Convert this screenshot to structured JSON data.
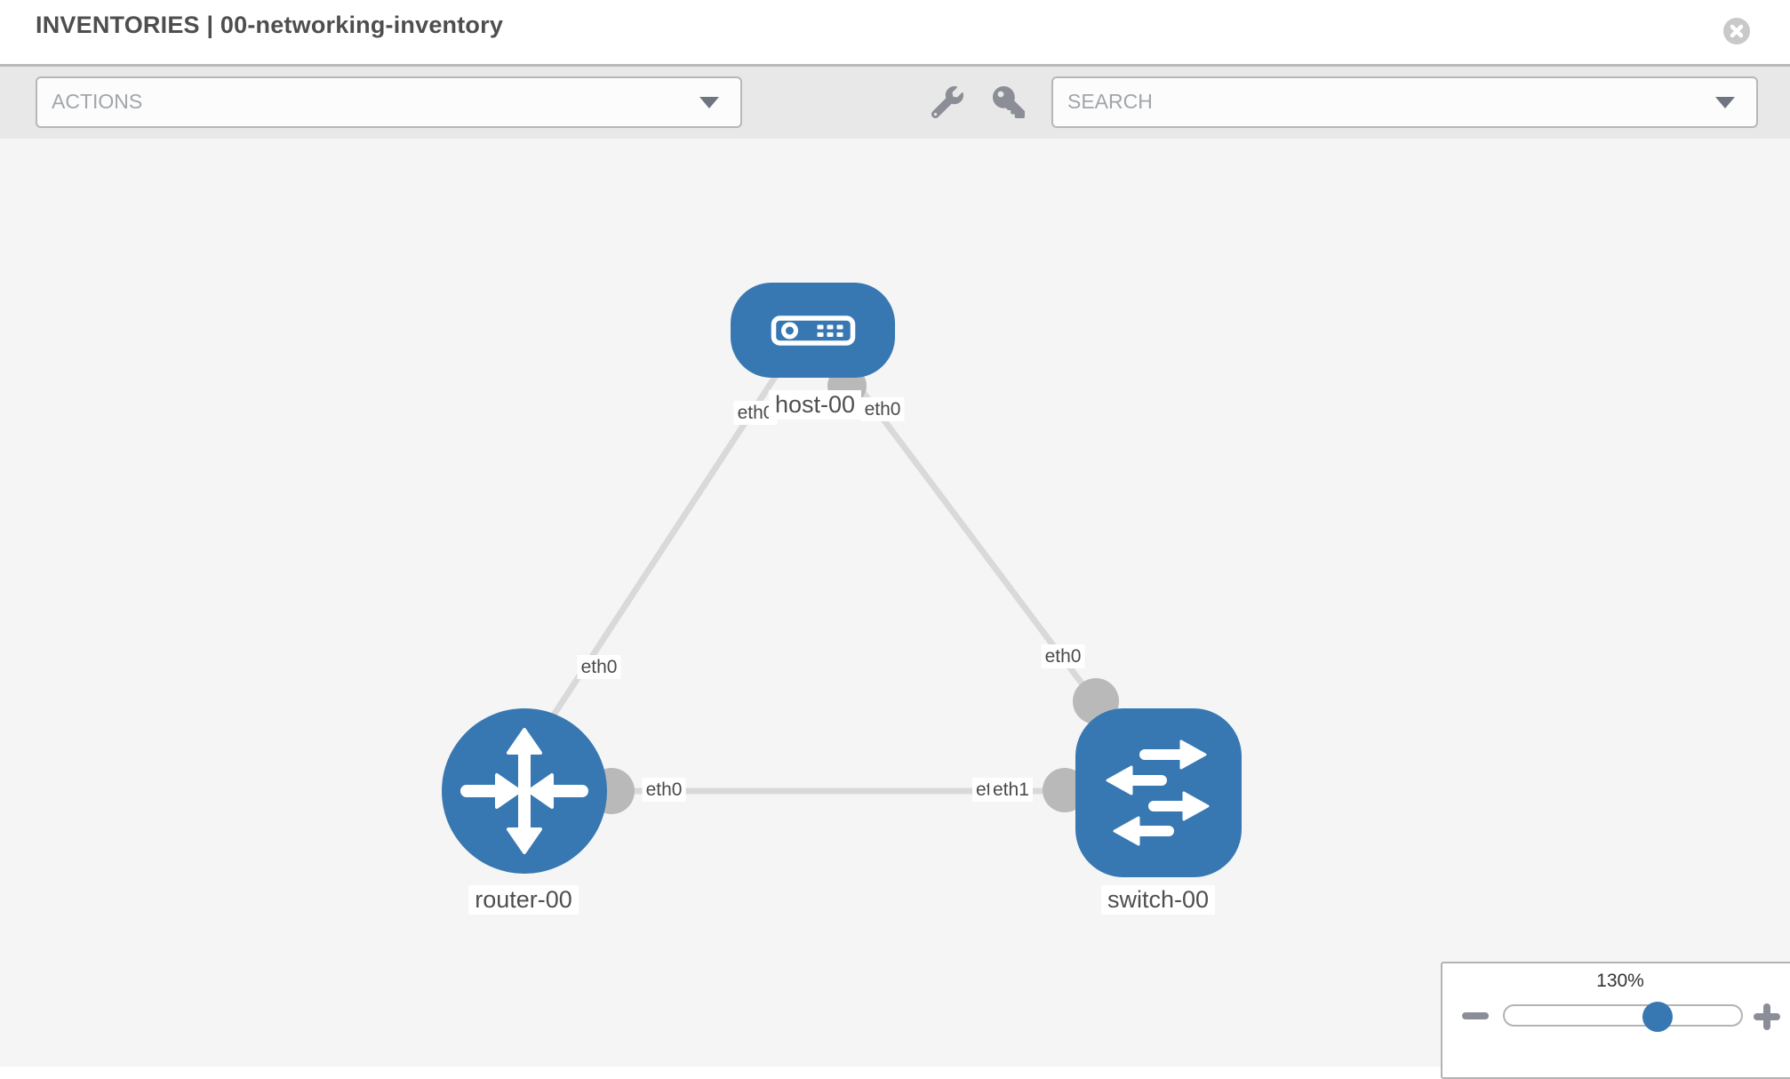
{
  "header": {
    "title": "INVENTORIES | 00-networking-inventory"
  },
  "toolbar": {
    "actions_label": "ACTIONS",
    "search_label": "SEARCH",
    "icons": [
      "wrench-icon",
      "key-icon"
    ]
  },
  "graph": {
    "nodes": [
      {
        "label": "host-00",
        "type": "host"
      },
      {
        "label": "router-00",
        "type": "router"
      },
      {
        "label": "switch-00",
        "type": "switch"
      }
    ],
    "links": [
      {
        "from": "host-00",
        "to": "router-00",
        "from_iface": "eth0",
        "to_iface": "eth0"
      },
      {
        "from": "host-00",
        "to": "switch-00",
        "from_iface": "eth0",
        "to_iface": "eth0"
      },
      {
        "from": "router-00",
        "to": "switch-00",
        "from_iface": "eth0",
        "to_iface": "eth1"
      }
    ],
    "iface_labels": [
      {
        "text": "eth0"
      },
      {
        "text": "eth0"
      },
      {
        "text": "eth0"
      },
      {
        "text": "eth0"
      },
      {
        "text": "eth0"
      },
      {
        "text": "eth0"
      },
      {
        "text": "eth1"
      }
    ]
  },
  "zoom_control": {
    "level": "130%"
  },
  "colors": {
    "node_blue": "#3778b2",
    "link_gray": "#d9d9d9",
    "connector_gray": "#b9b9b9",
    "toolbar_bg": "#e8e8e8",
    "canvas_bg": "#f5f5f5",
    "icon_gray": "#8b8e96"
  }
}
